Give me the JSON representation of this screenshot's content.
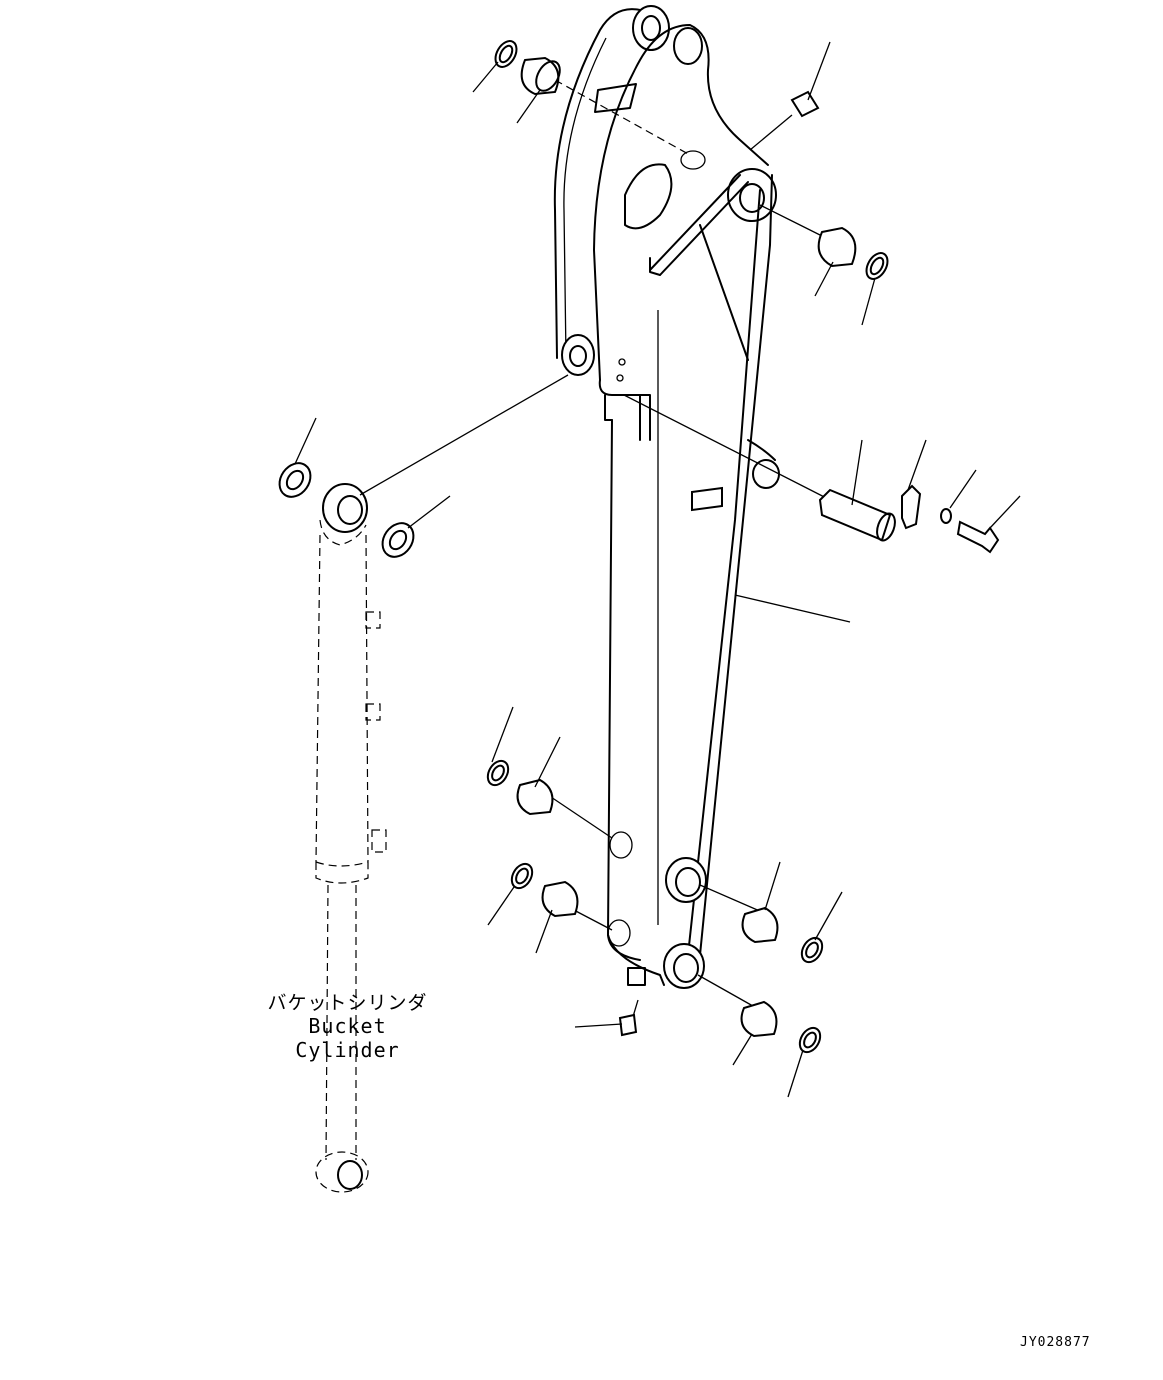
{
  "labels": {
    "cylinder_jp": "バケットシリンダ",
    "cylinder_en": "Bucket Cylinder"
  },
  "drawing_code": "JY028877"
}
